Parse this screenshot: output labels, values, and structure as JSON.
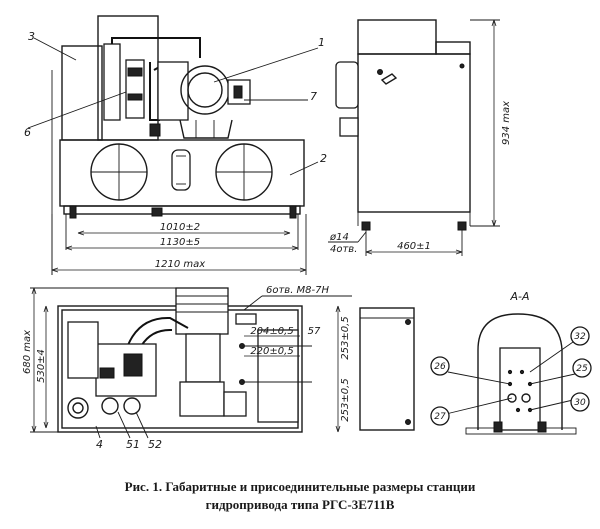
{
  "caption": {
    "line1": "Рис. 1. Габаритные и присоединительные размеры станции",
    "line2": "гидропривода типа  РГС-3Е711В"
  },
  "front_view": {
    "callouts": [
      "3",
      "1",
      "7",
      "6",
      "2"
    ],
    "dims": [
      "1010±2",
      "1130±5",
      "1210 max"
    ]
  },
  "side_view": {
    "dims": [
      "934 max",
      "460±1",
      "ø14",
      "4отв."
    ]
  },
  "plan_view": {
    "callouts": [
      "4",
      "51",
      "52"
    ],
    "dims": [
      "6отв. М8-7Н",
      "204±0,5",
      "57",
      "220±0,5",
      "253±0,5",
      "253±0,5",
      "680 max",
      "530±4"
    ]
  },
  "section_view": {
    "title": "А-А",
    "circles": [
      "32",
      "26",
      "25",
      "27",
      "30"
    ]
  },
  "colors": {
    "ink": "#1a1a1a",
    "paper": "#ffffff"
  }
}
